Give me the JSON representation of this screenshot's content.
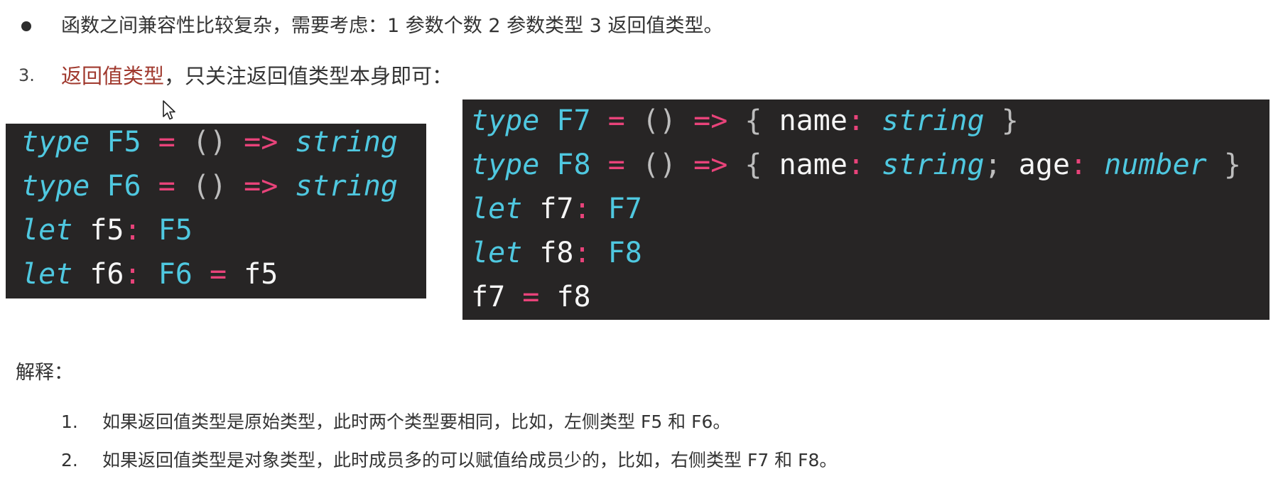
{
  "bullet": {
    "text": "函数之间兼容性比较复杂，需要考虑：1 参数个数 2 参数类型 3 返回值类型。"
  },
  "section3": {
    "number": "3.",
    "highlight": "返回值类型",
    "rest": "，只关注返回值类型本身即可："
  },
  "code_left": [
    "type F5 = () => string",
    "type F6 = () => string",
    "let f5: F5",
    "let f6: F6 = f5"
  ],
  "code_right": [
    "type F7 = () => { name: string }",
    "type F8 = () => { name: string; age: number }",
    "let f7: F7",
    "let f8: F8",
    "f7 = f8"
  ],
  "explanation": {
    "title": "解释：",
    "items": [
      {
        "num": "1.",
        "text": "如果返回值类型是原始类型，此时两个类型要相同，比如，左侧类型 F5 和 F6。"
      },
      {
        "num": "2.",
        "text": "如果返回值类型是对象类型，此时成员多的可以赋值给成员少的，比如，右侧类型 F7 和 F8。"
      }
    ]
  },
  "colors": {
    "code_bg": "#272525",
    "keyword": "#4fc8e0",
    "operator": "#e8437a",
    "highlight": "#a0392e"
  }
}
